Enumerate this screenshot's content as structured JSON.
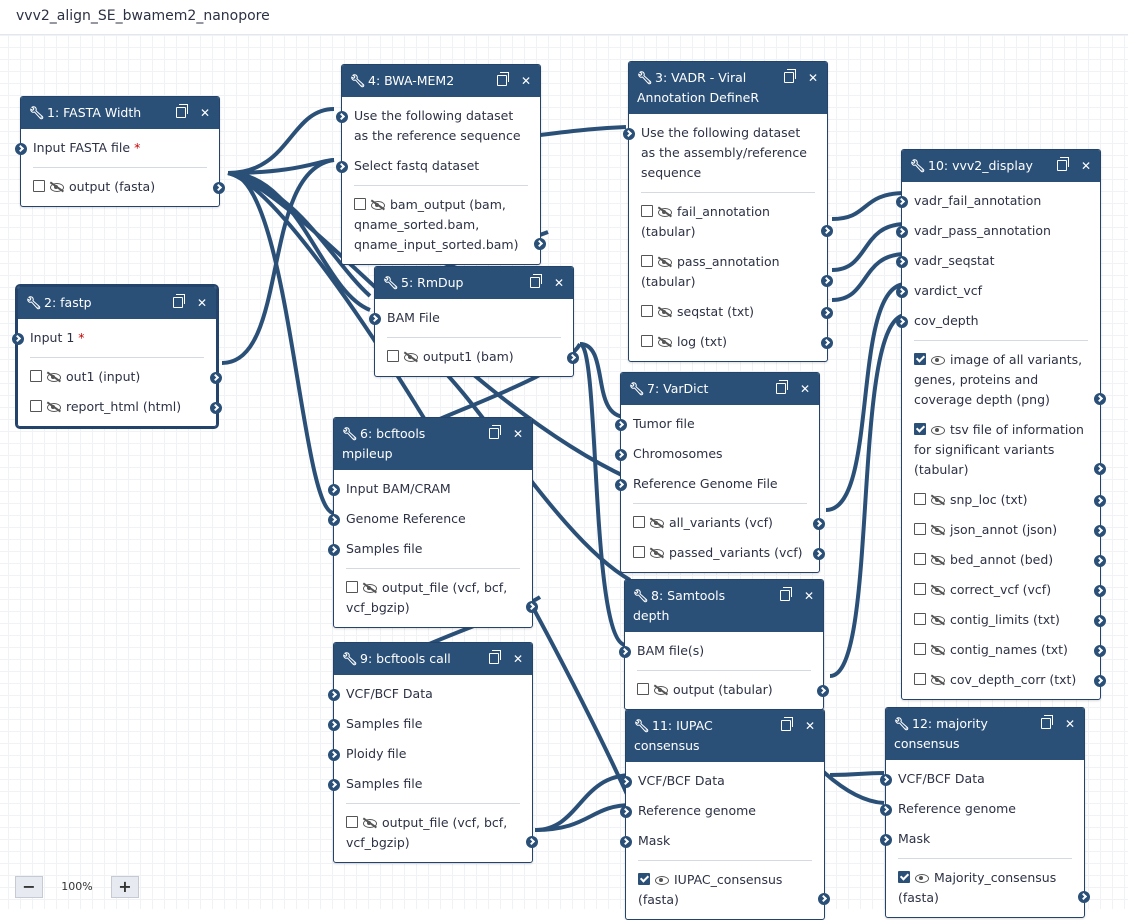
{
  "workflow": {
    "title": "vvv2_align_SE_bwamem2_nanopore"
  },
  "zoom": {
    "level": "100%",
    "minus": "−",
    "plus": "+"
  },
  "nodes": {
    "n1": {
      "title": "1: FASTA Width",
      "inputs": [
        {
          "label": "Input FASTA file",
          "required": "*"
        }
      ],
      "outputs": [
        {
          "label": "output (fasta)"
        }
      ]
    },
    "n2": {
      "title": "2: fastp",
      "inputs": [
        {
          "label": "Input 1",
          "required": "*"
        }
      ],
      "outputs": [
        {
          "label": "out1 (input)"
        },
        {
          "label": "report_html (html)"
        }
      ]
    },
    "n4": {
      "title": "4: BWA-MEM2",
      "inputs": [
        {
          "label": "Use the following dataset as the reference sequence"
        },
        {
          "label": "Select fastq dataset"
        }
      ],
      "outputs": [
        {
          "label": "bam_output (bam, qname_sorted.bam, qname_input_sorted.bam)"
        }
      ]
    },
    "n3": {
      "title": "3: VADR - Viral Annotation DefineR",
      "inputs": [
        {
          "label": "Use the following dataset as the assembly/reference sequence"
        }
      ],
      "outputs": [
        {
          "label": "fail_annotation (tabular)"
        },
        {
          "label": "pass_annotation (tabular)"
        },
        {
          "label": "seqstat (txt)"
        },
        {
          "label": "log (txt)"
        }
      ]
    },
    "n5": {
      "title": "5: RmDup",
      "inputs": [
        {
          "label": "BAM File"
        }
      ],
      "outputs": [
        {
          "label": "output1 (bam)"
        }
      ]
    },
    "n6": {
      "title": "6: bcftools mpileup",
      "inputs": [
        {
          "label": "Input BAM/CRAM"
        },
        {
          "label": "Genome Reference"
        },
        {
          "label": "Samples file"
        }
      ],
      "outputs": [
        {
          "label": "output_file (vcf, bcf, vcf_bgzip)"
        }
      ]
    },
    "n7": {
      "title": "7: VarDict",
      "inputs": [
        {
          "label": "Tumor file"
        },
        {
          "label": "Chromosomes"
        },
        {
          "label": "Reference Genome File"
        }
      ],
      "outputs": [
        {
          "label": "all_variants (vcf)"
        },
        {
          "label": "passed_variants (vcf)"
        }
      ]
    },
    "n8": {
      "title": "8: Samtools depth",
      "inputs": [
        {
          "label": "BAM file(s)"
        }
      ],
      "outputs": [
        {
          "label": "output (tabular)"
        }
      ]
    },
    "n9": {
      "title": "9: bcftools call",
      "inputs": [
        {
          "label": "VCF/BCF Data"
        },
        {
          "label": "Samples file"
        },
        {
          "label": "Ploidy file"
        },
        {
          "label": "Samples file"
        }
      ],
      "outputs": [
        {
          "label": "output_file (vcf, bcf, vcf_bgzip)"
        }
      ]
    },
    "n10": {
      "title": "10: vvv2_display",
      "inputs": [
        {
          "label": "vadr_fail_annotation"
        },
        {
          "label": "vadr_pass_annotation"
        },
        {
          "label": "vadr_seqstat"
        },
        {
          "label": "vardict_vcf"
        },
        {
          "label": "cov_depth"
        }
      ],
      "outputs": [
        {
          "label": "image of all variants, genes, proteins and coverage depth (png)"
        },
        {
          "label": "tsv file of information for significant variants (tabular)"
        },
        {
          "label": "snp_loc (txt)"
        },
        {
          "label": "json_annot (json)"
        },
        {
          "label": "bed_annot (bed)"
        },
        {
          "label": "correct_vcf (vcf)"
        },
        {
          "label": "contig_limits (txt)"
        },
        {
          "label": "contig_names (txt)"
        },
        {
          "label": "cov_depth_corr (txt)"
        }
      ]
    },
    "n11": {
      "title": "11: IUPAC consensus",
      "inputs": [
        {
          "label": "VCF/BCF Data"
        },
        {
          "label": "Reference genome"
        },
        {
          "label": "Mask"
        }
      ],
      "outputs": [
        {
          "label": "IUPAC_consensus (fasta)"
        }
      ]
    },
    "n12": {
      "title": "12: majority consensus",
      "inputs": [
        {
          "label": "VCF/BCF Data"
        },
        {
          "label": "Reference genome"
        },
        {
          "label": "Mask"
        }
      ],
      "outputs": [
        {
          "label": "Majority_consensus (fasta)"
        }
      ]
    }
  }
}
